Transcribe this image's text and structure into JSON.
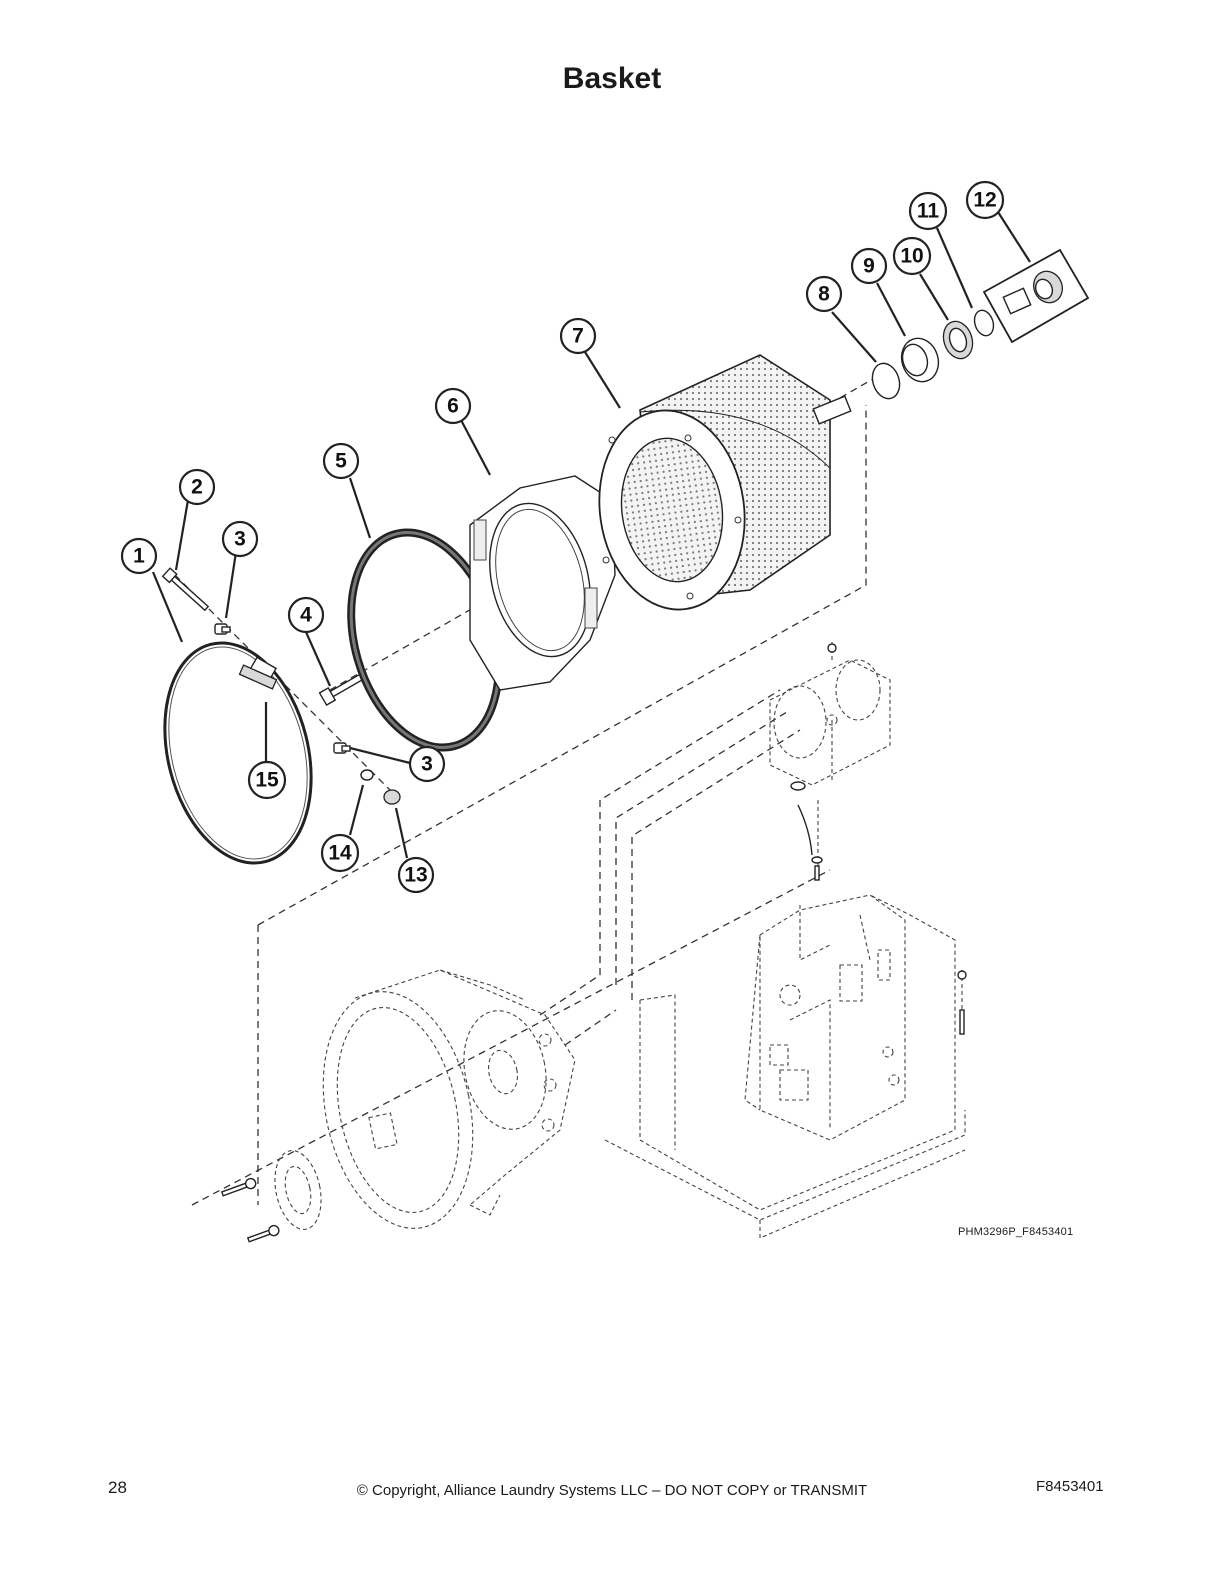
{
  "page": {
    "title": "Basket",
    "figure_id": "PHM3296P_F8453401",
    "footer": {
      "page_number": "28",
      "copyright": "© Copyright, Alliance Laundry Systems LLC – DO NOT COPY or TRANSMIT",
      "doc_id": "F8453401"
    }
  },
  "callouts": [
    "1",
    "2",
    "3",
    "3",
    "4",
    "5",
    "6",
    "7",
    "8",
    "9",
    "10",
    "11",
    "12",
    "13",
    "14",
    "15"
  ]
}
